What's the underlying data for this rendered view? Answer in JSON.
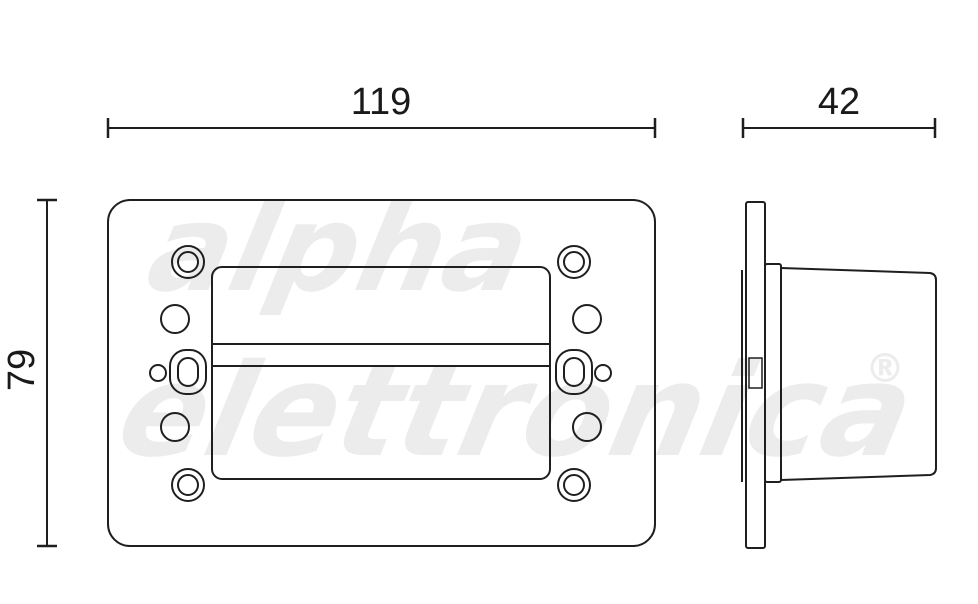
{
  "dimensions": {
    "width": "119",
    "depth": "42",
    "height": "79"
  },
  "watermark": {
    "line1": "alpha",
    "line2": "elettronica",
    "mark": "®"
  },
  "colors": {
    "line": "#1f1f1f",
    "watermark": "#ececec",
    "background": "#ffffff"
  }
}
